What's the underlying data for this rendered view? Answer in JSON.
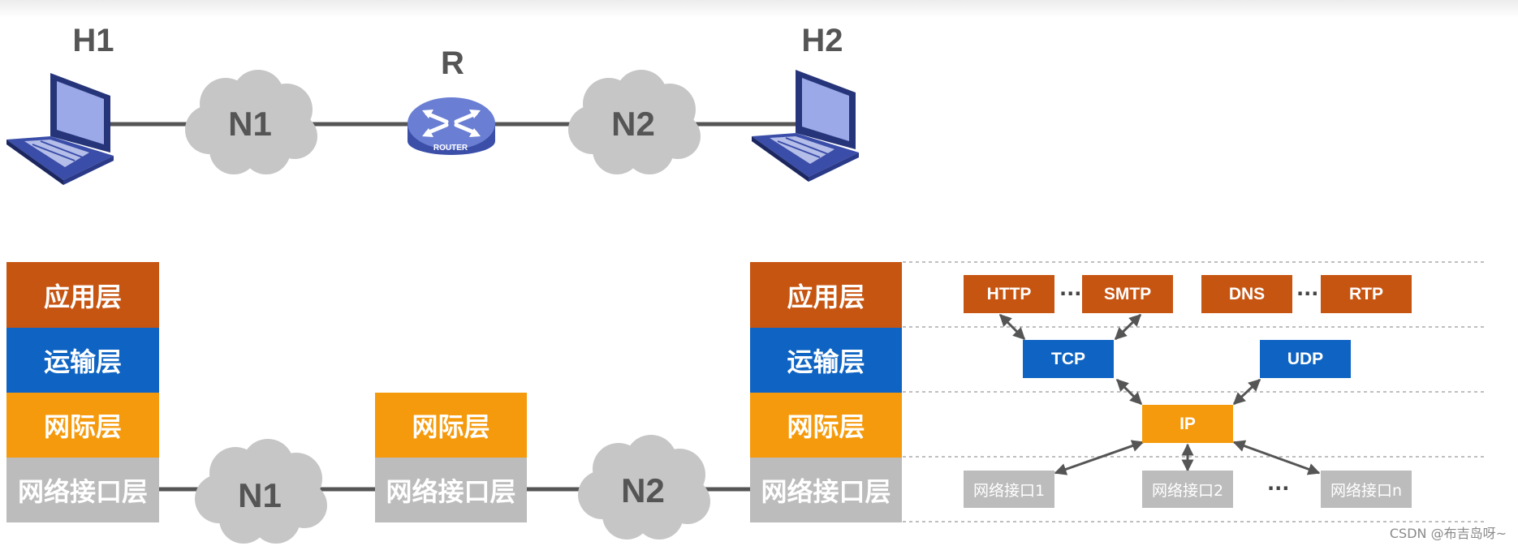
{
  "colors": {
    "application": "#c75512",
    "transport": "#0f64c3",
    "internet": "#f59a0c",
    "interface": "#bcbcbc",
    "cloud": "#c6c6c6",
    "label": "#555555",
    "line": "#555555"
  },
  "topology": {
    "h1": "H1",
    "h2": "H2",
    "r": "R",
    "n1": "N1",
    "n2": "N2",
    "router_label": "ROUTER"
  },
  "stacks": {
    "left": {
      "application": "应用层",
      "transport": "运输层",
      "internet": "网际层",
      "interface": "网络接口层"
    },
    "middle": {
      "internet": "网际层",
      "interface": "网络接口层"
    },
    "right": {
      "application": "应用层",
      "transport": "运输层",
      "internet": "网际层",
      "interface": "网络接口层"
    }
  },
  "bottom_clouds": {
    "n1": "N1",
    "n2": "N2"
  },
  "protocols": {
    "application": [
      "HTTP",
      "SMTP",
      "DNS",
      "RTP"
    ],
    "transport": [
      "TCP",
      "UDP"
    ],
    "internet": [
      "IP"
    ],
    "interfaces": [
      "网络接口1",
      "网络接口2",
      "网络接口n"
    ],
    "ellipsis": "···"
  },
  "watermark": "CSDN @布吉岛呀~"
}
